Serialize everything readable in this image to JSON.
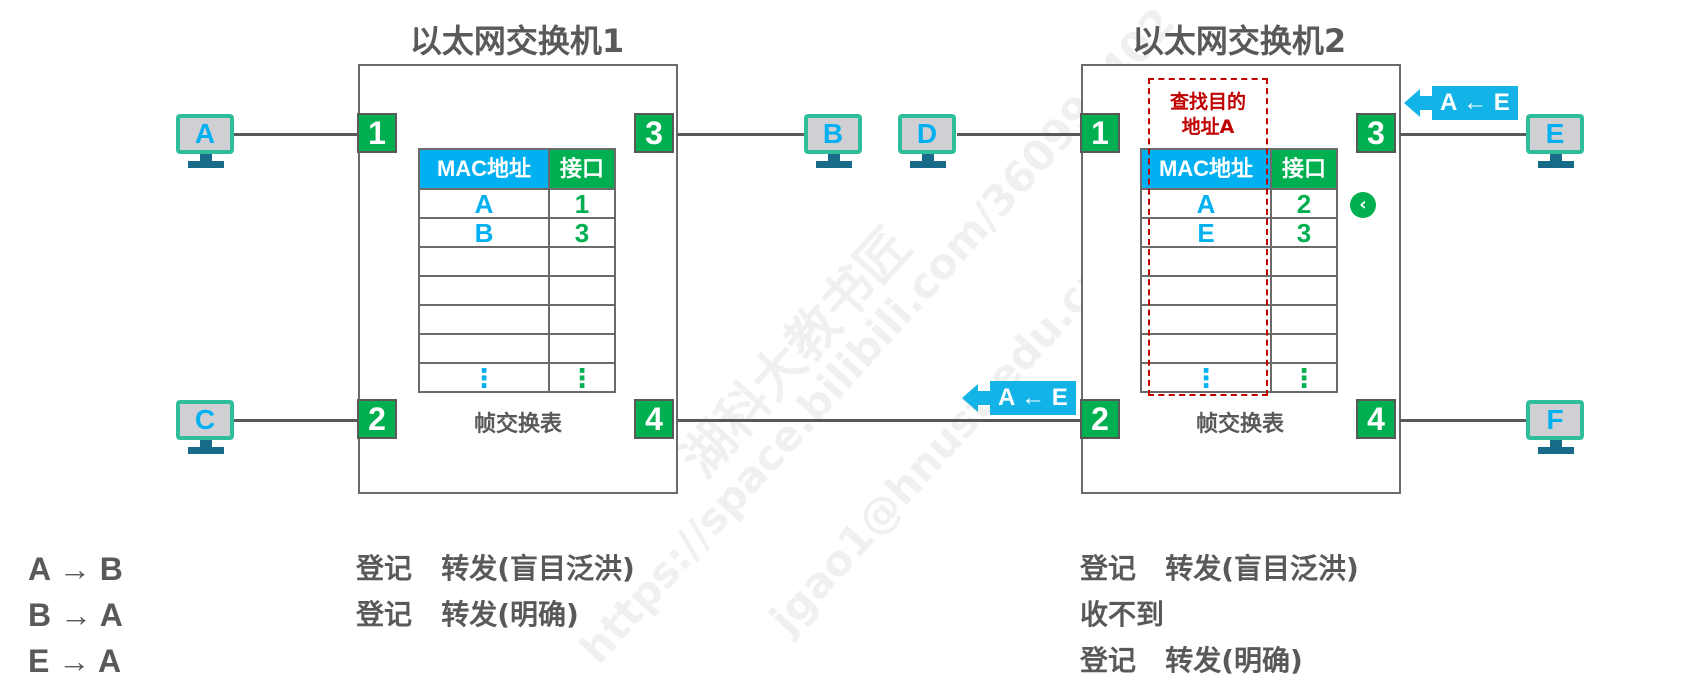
{
  "switch1": {
    "title": "以太网交换机1",
    "ports": {
      "p1": "1",
      "p2": "2",
      "p3": "3",
      "p4": "4"
    },
    "table": {
      "headers": [
        "MAC地址",
        "接口"
      ],
      "rows": [
        [
          "A",
          "1"
        ],
        [
          "B",
          "3"
        ],
        [
          "",
          ""
        ],
        [
          "",
          ""
        ],
        [
          "",
          ""
        ],
        [
          "",
          ""
        ],
        [
          "⋮",
          "⋮"
        ]
      ]
    },
    "caption": "帧交换表"
  },
  "switch2": {
    "title": "以太网交换机2",
    "ports": {
      "p1": "1",
      "p2": "2",
      "p3": "3",
      "p4": "4"
    },
    "table": {
      "headers": [
        "MAC地址",
        "接口"
      ],
      "rows": [
        [
          "A",
          "2"
        ],
        [
          "E",
          "3"
        ],
        [
          "",
          ""
        ],
        [
          "",
          ""
        ],
        [
          "",
          ""
        ],
        [
          "",
          ""
        ],
        [
          "⋮",
          "⋮"
        ]
      ]
    },
    "caption": "帧交换表",
    "lookup_hint_line1": "查找目的",
    "lookup_hint_line2": "地址A",
    "back_icon": "‹"
  },
  "hosts": {
    "A": "A",
    "B": "B",
    "C": "C",
    "D": "D",
    "E": "E",
    "F": "F"
  },
  "frames": {
    "frame_at_switch2_port3": "A ← E",
    "frame_on_trunk": "A ← E"
  },
  "flows": [
    "A → B",
    "B → A",
    "E → A"
  ],
  "switch1_actions": [
    "登记   转发(盲目泛洪)",
    "登记   转发(明确)",
    ""
  ],
  "switch2_actions": [
    "登记   转发(盲目泛洪)",
    "收不到",
    "登记   转发(明确)"
  ],
  "watermark": [
    "湖科大教书匠",
    "https://space.bilibili.com/360996402",
    "jgao1@hnust.edu.cn"
  ],
  "colors": {
    "port_green": "#00b050",
    "mac_blue": "#00b0f0",
    "frame_blue": "#12b4e8",
    "hint_red": "#c00000",
    "text_gray": "#595959"
  }
}
